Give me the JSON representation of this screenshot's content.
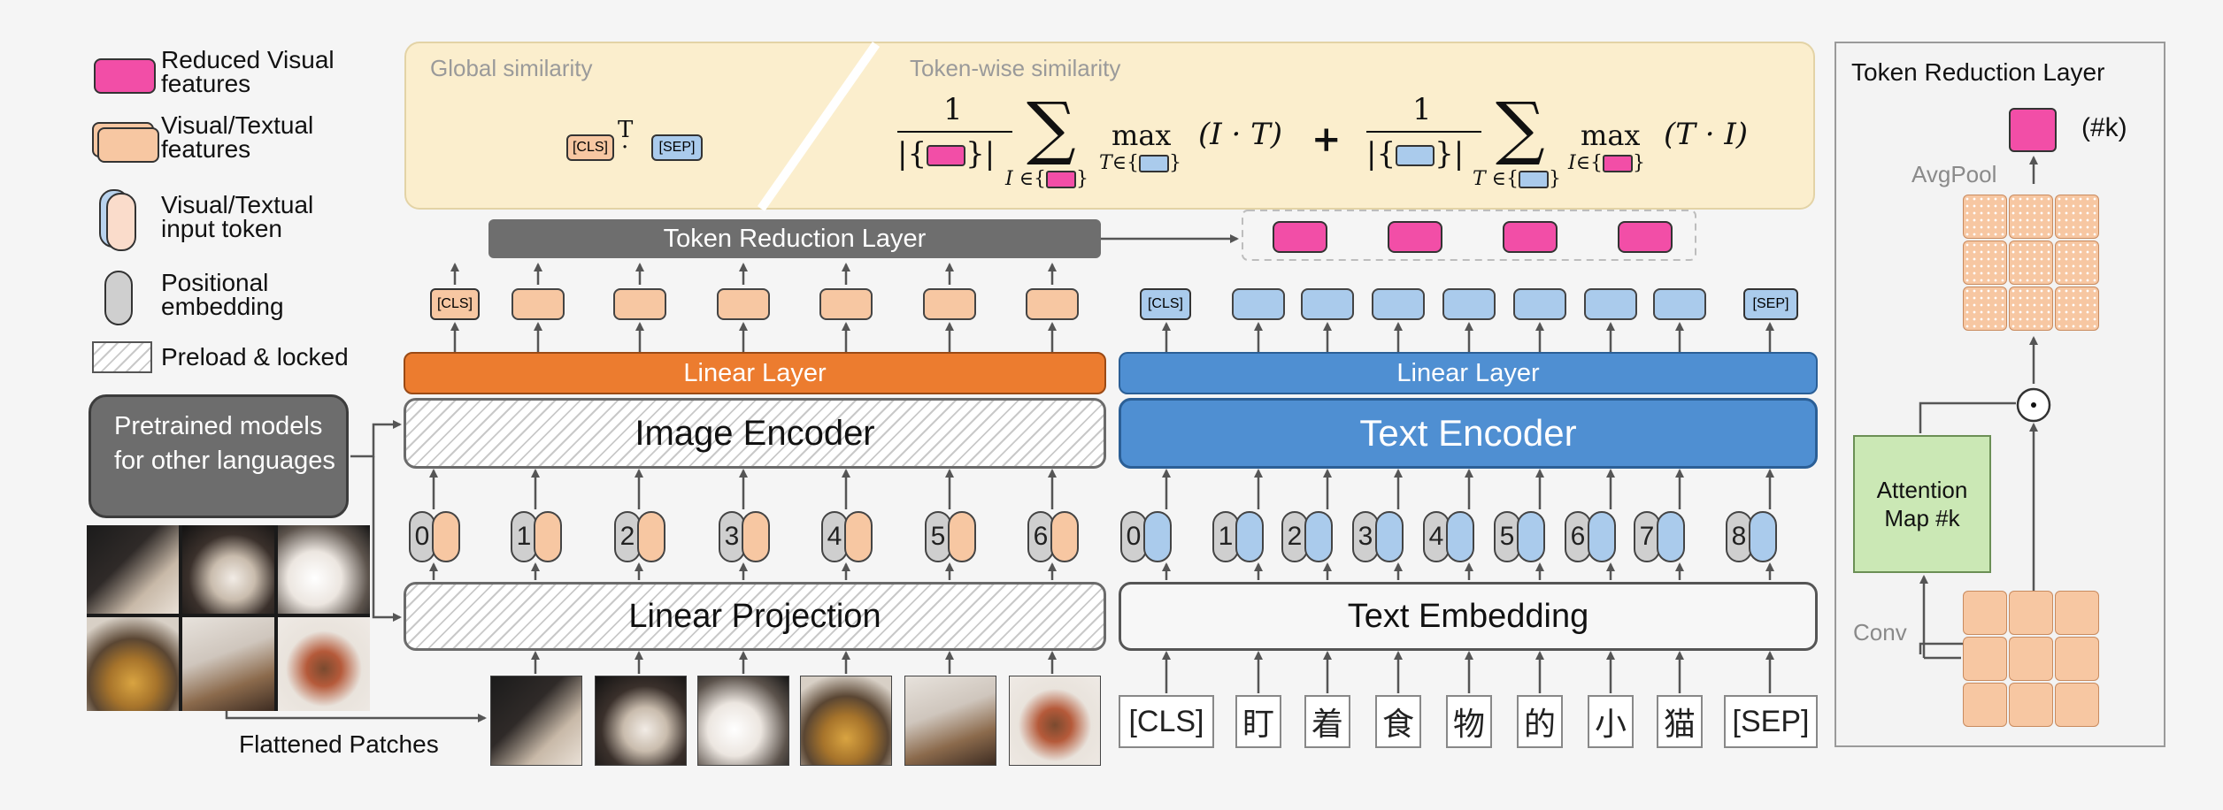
{
  "legend": {
    "reduced_visual": "Reduced Visual features",
    "visual_textual_features": "Visual/Textual features",
    "input_token": "Visual/Textual input token",
    "positional_embedding": "Positional embedding",
    "preload_locked": "Preload & locked"
  },
  "pretrained": {
    "label": "Pretrained models for other languages"
  },
  "labels": {
    "flattened_patches": "Flattened Patches",
    "token_reduction_layer": "Token Reduction Layer",
    "linear_layer": "Linear Layer",
    "image_encoder": "Image Encoder",
    "text_encoder": "Text Encoder",
    "linear_projection": "Linear Projection",
    "text_embedding": "Text Embedding"
  },
  "tokens": {
    "cls": "[CLS]",
    "sep": "[SEP]"
  },
  "similarity": {
    "global_title": "Global similarity",
    "transpose": "T",
    "dot": "·",
    "tokenwise_title": "Token-wise similarity",
    "numerator": "1",
    "sum": "∑",
    "max": "max",
    "term1_product": "(I · T)",
    "plus": "+",
    "term2_product": "(T · I)"
  },
  "image_positions": [
    "0",
    "1",
    "2",
    "3",
    "4",
    "5",
    "6"
  ],
  "text_positions": [
    "0",
    "1",
    "2",
    "3",
    "4",
    "5",
    "6",
    "7",
    "8"
  ],
  "text_input": [
    "[CLS]",
    "盯",
    "着",
    "食",
    "物",
    "的",
    "小",
    "猫",
    "[SEP]"
  ],
  "right_panel": {
    "title": "Token Reduction Layer",
    "k_label": "(#k)",
    "avgpool": "AvgPool",
    "attention_map": "Attention Map #k",
    "conv": "Conv"
  },
  "colors": {
    "reduced": "#f24ea7",
    "visual": "#f7c7a2",
    "textual": "#aacbec",
    "positional": "#cfcfcf",
    "image_linear": "#ec7c2f",
    "text_linear": "#4f8fd2",
    "panel": "#fbeecd",
    "attention": "#cbe8b5"
  }
}
